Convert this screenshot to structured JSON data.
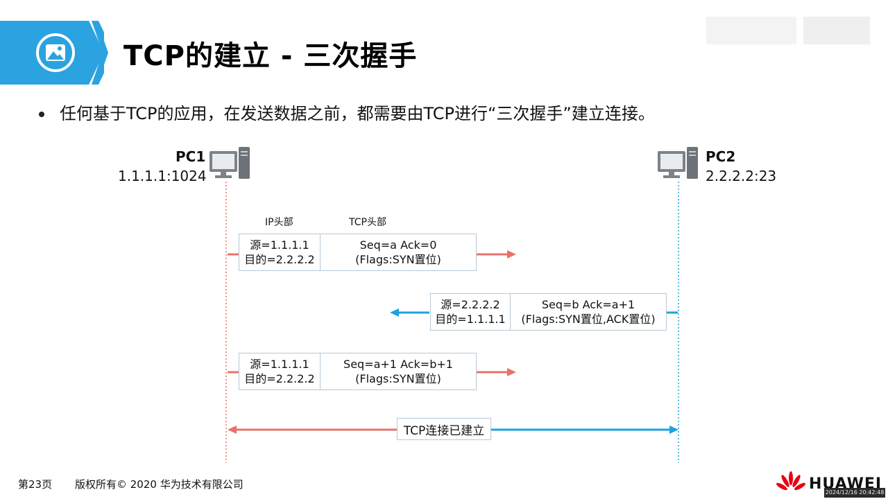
{
  "slide": {
    "title": "TCP的建立 - 三次握手",
    "bullet": "任何基于TCP的应用，在发送数据之前，都需要由TCP进行“三次握手”建立连接。"
  },
  "hosts": {
    "pc1": {
      "name": "PC1",
      "address": "1.1.1.1:1024"
    },
    "pc2": {
      "name": "PC2",
      "address": "2.2.2.2:23"
    }
  },
  "labels": {
    "ip_header": "IP头部",
    "tcp_header": "TCP头部"
  },
  "packets": [
    {
      "src": "源=1.1.1.1",
      "dst": "目的=2.2.2.2",
      "seq_ack": "Seq=a  Ack=0",
      "flags": "(Flags:SYN置位)"
    },
    {
      "src": "源=2.2.2.2",
      "dst": "目的=1.1.1.1",
      "seq_ack": "Seq=b Ack=a+1",
      "flags": "(Flags:SYN置位,ACK置位)"
    },
    {
      "src": "源=1.1.1.1",
      "dst": "目的=2.2.2.2",
      "seq_ack": "Seq=a+1  Ack=b+1",
      "flags": "(Flags:SYN置位)"
    }
  ],
  "status": "TCP连接已建立",
  "footer": {
    "page": "第23页",
    "copyright": "版权所有© 2020 华为技术有限公司",
    "brand": "HUAWEI"
  },
  "timestamp": "2024/12/16 20:42:48",
  "colors": {
    "pc1_line": "#e8726a",
    "pc2_line": "#1aa3dd",
    "accent": "#2aa3e0"
  }
}
